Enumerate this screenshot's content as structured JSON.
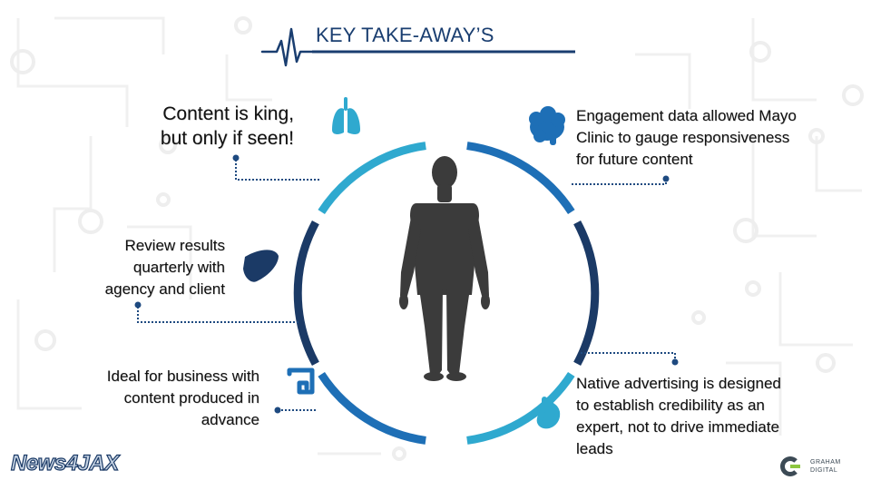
{
  "slide": {
    "title": "KEY TAKE-AWAY’S",
    "points": {
      "top_left": [
        "Content is king,",
        "but only if seen!"
      ],
      "mid_left": [
        "Review results",
        "quarterly with",
        "agency and client"
      ],
      "bottom_left": [
        "Ideal for business with",
        "content produced in",
        "advance"
      ],
      "top_right": [
        "Engagement data allowed Mayo",
        "Clinic to gauge responsiveness",
        "for future content"
      ],
      "bottom_right": [
        "Native advertising is designed",
        "to establish credibility as an",
        "expert, not to drive immediate",
        "leads"
      ]
    },
    "logos": {
      "news": "News4JAX",
      "graham_line1": "GRAHAM",
      "graham_line2": "DIGITAL"
    },
    "icons": [
      "heartbeat-icon",
      "lungs-icon",
      "brain-icon",
      "liver-icon",
      "intestine-icon",
      "stomach-icon",
      "human-body-icon"
    ],
    "colors": {
      "title": "#1a3e70",
      "accent_light": "#2fa9cf",
      "accent_mid": "#1e6fb6",
      "accent_dark": "#1b3a66",
      "line": "#1a3e70"
    }
  }
}
